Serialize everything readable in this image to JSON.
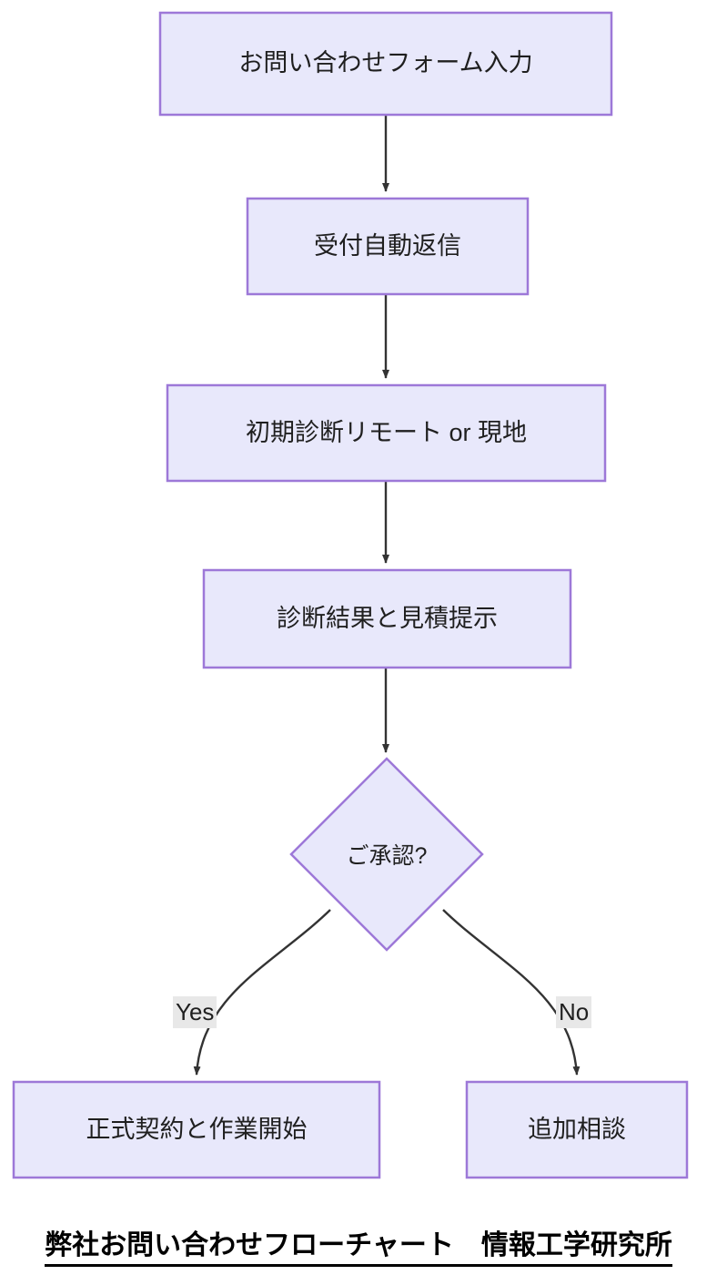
{
  "diagram": {
    "title": "弊社お問い合わせフローチャート　情報工学研究所",
    "type": "flowchart",
    "direction": "top-down",
    "colors": {
      "node_fill": "#e8e8fb",
      "node_stroke": "#9d78d8",
      "edge_stroke": "#333333",
      "text": "#1f1f1f",
      "edge_label_bg": "#e8e8e8",
      "caption_text": "#000000",
      "background": "#ffffff"
    },
    "nodes": [
      {
        "id": "n1",
        "shape": "rect",
        "label": "お問い合わせフォーム入力"
      },
      {
        "id": "n2",
        "shape": "rect",
        "label": "受付自動返信"
      },
      {
        "id": "n3",
        "shape": "rect",
        "label": "初期診断リモート or 現地"
      },
      {
        "id": "n4",
        "shape": "rect",
        "label": "診断結果と見積提示"
      },
      {
        "id": "n5",
        "shape": "diamond",
        "label": "ご承認?"
      },
      {
        "id": "n6",
        "shape": "rect",
        "label": "正式契約と作業開始"
      },
      {
        "id": "n7",
        "shape": "rect",
        "label": "追加相談"
      }
    ],
    "edges": [
      {
        "from": "n1",
        "to": "n2",
        "label": ""
      },
      {
        "from": "n2",
        "to": "n3",
        "label": ""
      },
      {
        "from": "n3",
        "to": "n4",
        "label": ""
      },
      {
        "from": "n4",
        "to": "n5",
        "label": ""
      },
      {
        "from": "n5",
        "to": "n6",
        "label": "Yes"
      },
      {
        "from": "n5",
        "to": "n7",
        "label": "No"
      }
    ],
    "edge_labels": {
      "yes": "Yes",
      "no": "No"
    }
  }
}
